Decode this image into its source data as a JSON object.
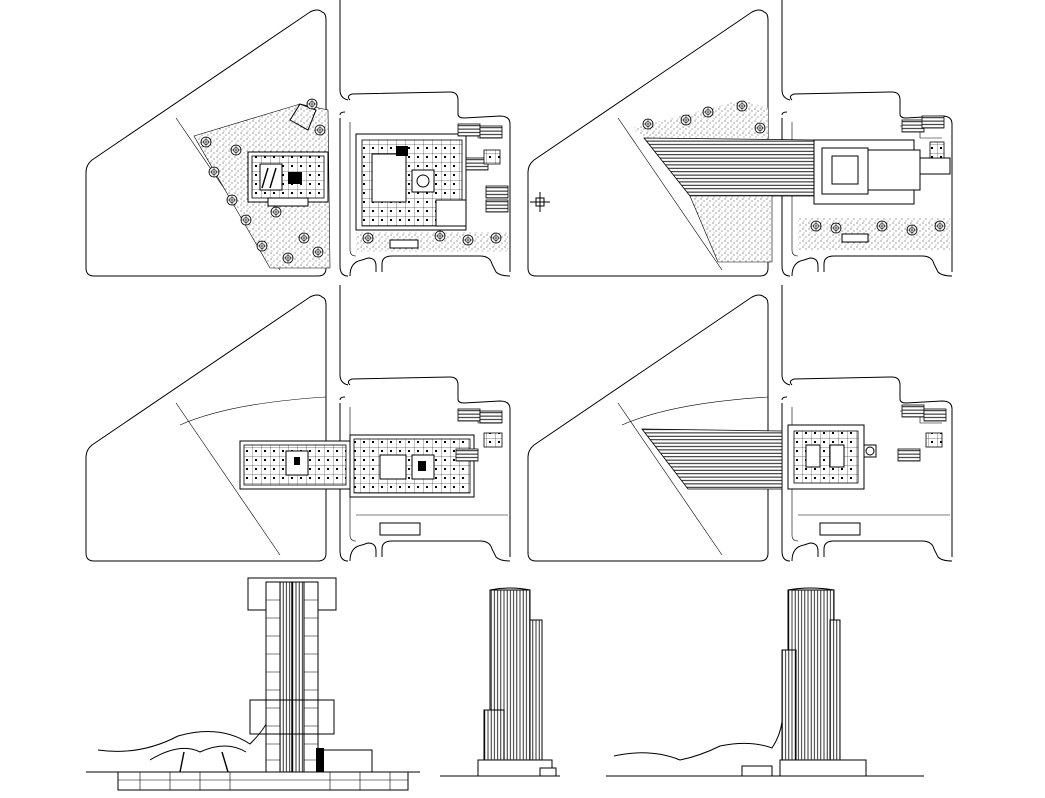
{
  "sheet": {
    "site_plans": [
      {
        "id": "site-plan-landscape",
        "has_building_plan": true,
        "plaza": "stipple"
      },
      {
        "id": "site-plan-roof",
        "has_building_plan": false,
        "plaza": "hatched"
      },
      {
        "id": "site-plan-ground-floor",
        "has_building_plan": true,
        "plaza": "none"
      },
      {
        "id": "site-plan-first-floor",
        "has_building_plan": true,
        "plaza": "hatched"
      }
    ],
    "elevations": [
      {
        "id": "section-elevation"
      },
      {
        "id": "tower-elevation-front"
      },
      {
        "id": "tower-elevation-side"
      }
    ],
    "colors": {
      "ink": "#000000",
      "paper": "#ffffff"
    }
  }
}
